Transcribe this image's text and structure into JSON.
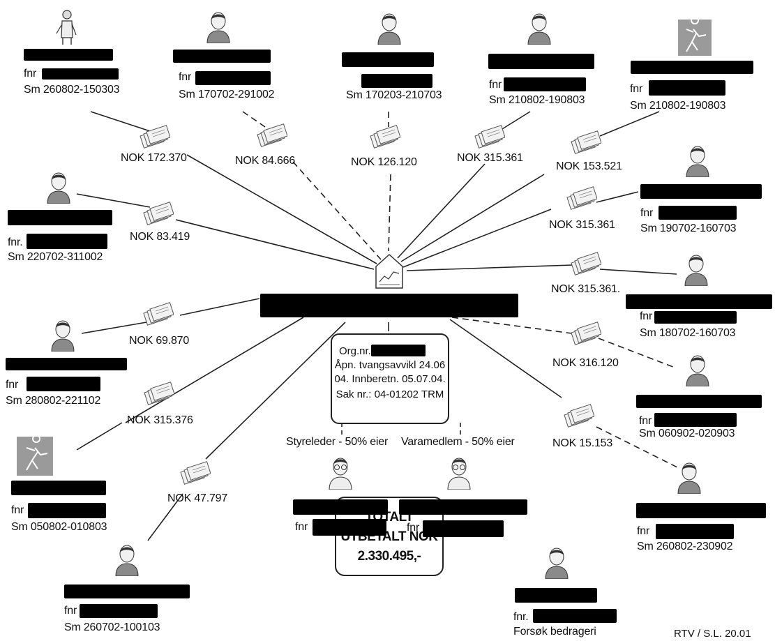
{
  "persons": [
    {
      "id": "p1",
      "fnr_label": "fnr",
      "sm": "Sm 260802-150303",
      "icon": "standing-person-icon"
    },
    {
      "id": "p2",
      "fnr_label": "fnr",
      "sm": "Sm 170702-291002",
      "icon": "person-icon"
    },
    {
      "id": "p3",
      "fnr_label": "",
      "sm": "Sm 170203-210703",
      "icon": "person-icon"
    },
    {
      "id": "p4",
      "fnr_label": "fnr",
      "sm": "Sm 210802-190803",
      "icon": "person-icon"
    },
    {
      "id": "p5",
      "fnr_label": "fnr",
      "sm": "Sm 210802-190803",
      "icon": "body-outline-icon"
    },
    {
      "id": "p6",
      "fnr_label": "fnr.",
      "sm": "Sm 220702-311002",
      "icon": "person-icon"
    },
    {
      "id": "p7",
      "fnr_label": "fnr",
      "sm": "Sm 190702-160703",
      "icon": "person-icon"
    },
    {
      "id": "p8",
      "fnr_label": "fnr",
      "sm": "Sm 180702-160703",
      "icon": "person-icon"
    },
    {
      "id": "p9",
      "fnr_label": "fnr",
      "sm": "Sm 280802-221102",
      "icon": "person-icon"
    },
    {
      "id": "p10",
      "fnr_label": "fnr",
      "sm": "Sm 060902-020903",
      "icon": "person-icon"
    },
    {
      "id": "p11",
      "fnr_label": "fnr",
      "sm": "Sm 050802-010803",
      "icon": "body-outline-icon"
    },
    {
      "id": "p12",
      "fnr_label": "fnr",
      "sm": "Sm 260802-230902",
      "icon": "person-icon"
    },
    {
      "id": "p13",
      "fnr_label": "fnr",
      "sm": "Sm 260702-100103",
      "icon": "person-icon"
    },
    {
      "id": "p14",
      "fnr_label": "fnr",
      "sm": "",
      "icon": "glasses-person-icon"
    },
    {
      "id": "p15",
      "fnr_label": "fnr",
      "sm": "",
      "icon": "glasses-person-icon"
    },
    {
      "id": "p16",
      "fnr_label": "fnr.",
      "sm": "Forsøk bedrageri",
      "icon": "person-icon"
    }
  ],
  "payments": [
    {
      "id": "a1",
      "label": "NOK 172.370"
    },
    {
      "id": "a2",
      "label": "NOK 84.666"
    },
    {
      "id": "a3",
      "label": "NOK 126.120"
    },
    {
      "id": "a4",
      "label": "NOK 315.361"
    },
    {
      "id": "a5",
      "label": "NOK 153.521"
    },
    {
      "id": "a6",
      "label": "NOK 83.419"
    },
    {
      "id": "a7",
      "label": "NOK 315.361"
    },
    {
      "id": "a8",
      "label": "NOK 315.361."
    },
    {
      "id": "a9",
      "label": "NOK 69.870"
    },
    {
      "id": "a10",
      "label": "NOK 316.120"
    },
    {
      "id": "a11",
      "label": "NOK 315.376"
    },
    {
      "id": "a12",
      "label": "NOK 15.153"
    },
    {
      "id": "a13",
      "label": "NOK 47.797"
    }
  ],
  "company": {
    "org_label": "Org.nr.",
    "info_lines": [
      "Åpn.  tvangsavvikl 24.06",
      "04. Innberetn. 05.07.04.",
      "Sak nr.: 04-01202 TRM"
    ]
  },
  "roles": {
    "left": "Styreleder -  50% eier",
    "right": "Varamedlem -  50% eier"
  },
  "total": {
    "line1": "TOTALT",
    "line2": "UTBETALT NOK",
    "line3": "2.330.495,-"
  },
  "stamp": "RTV / S.L. 20.01"
}
